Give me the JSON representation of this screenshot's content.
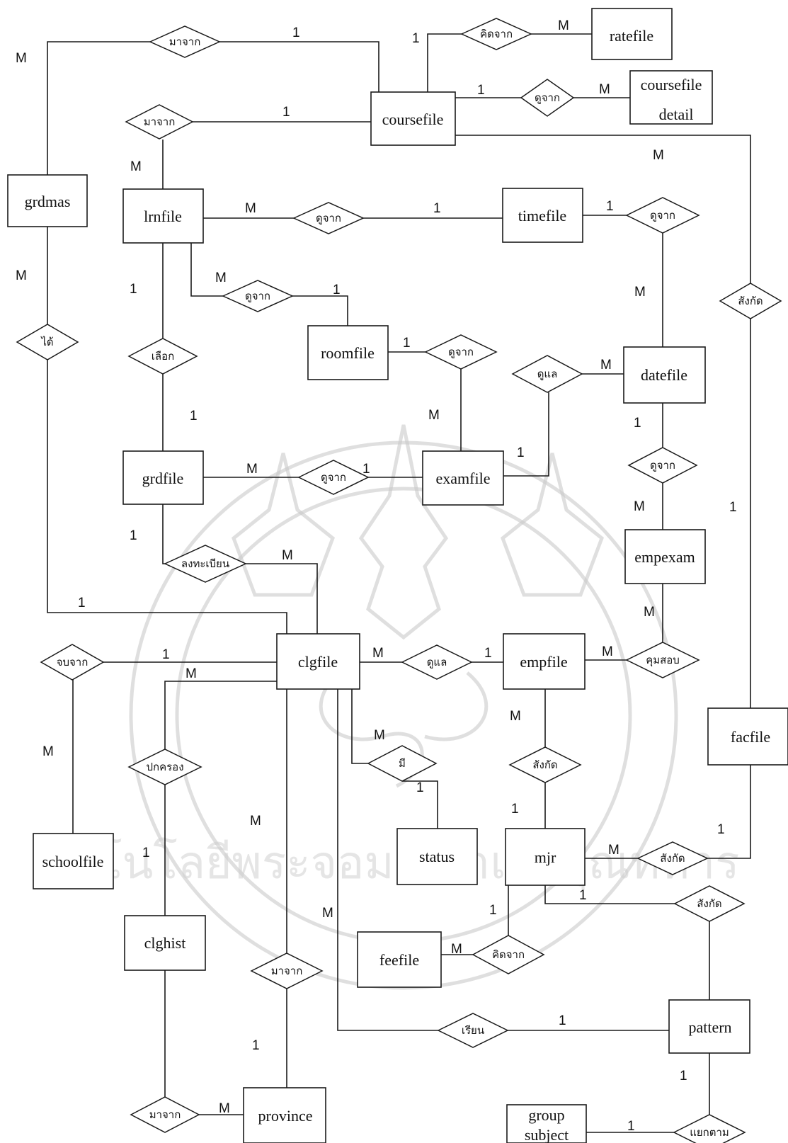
{
  "entities": [
    {
      "id": "ratefile",
      "lines": [
        "ratefile"
      ]
    },
    {
      "id": "coursefile",
      "lines": [
        "coursefile"
      ]
    },
    {
      "id": "coursefiledetail",
      "lines": [
        "coursefile",
        "detail"
      ]
    },
    {
      "id": "grdmas",
      "lines": [
        "grdmas"
      ]
    },
    {
      "id": "lrnfile",
      "lines": [
        "lrnfile"
      ]
    },
    {
      "id": "timefile",
      "lines": [
        "timefile"
      ]
    },
    {
      "id": "roomfile",
      "lines": [
        "roomfile"
      ]
    },
    {
      "id": "datefile",
      "lines": [
        "datefile"
      ]
    },
    {
      "id": "grdfile",
      "lines": [
        "grdfile"
      ]
    },
    {
      "id": "examfile",
      "lines": [
        "examfile"
      ]
    },
    {
      "id": "empexam",
      "lines": [
        "empexam"
      ]
    },
    {
      "id": "clgfile",
      "lines": [
        "clgfile"
      ]
    },
    {
      "id": "empfile",
      "lines": [
        "empfile"
      ]
    },
    {
      "id": "facfile",
      "lines": [
        "facfile"
      ]
    },
    {
      "id": "schoolfile",
      "lines": [
        "schoolfile"
      ]
    },
    {
      "id": "status",
      "lines": [
        "status"
      ]
    },
    {
      "id": "mjr",
      "lines": [
        "mjr"
      ]
    },
    {
      "id": "clghist",
      "lines": [
        "clghist"
      ]
    },
    {
      "id": "feefile",
      "lines": [
        "feefile"
      ]
    },
    {
      "id": "pattern",
      "lines": [
        "pattern"
      ]
    },
    {
      "id": "groupsubject",
      "lines": [
        "group",
        "subject"
      ]
    },
    {
      "id": "province",
      "lines": [
        "province"
      ]
    }
  ],
  "relationships": [
    {
      "id": "r-grdmas-course",
      "label": "มาจาก"
    },
    {
      "id": "r-course-rate",
      "label": "คิดจาก"
    },
    {
      "id": "r-course-detail",
      "label": "ดูจาก"
    },
    {
      "id": "r-lrn-course",
      "label": "มาจาก"
    },
    {
      "id": "r-lrn-time",
      "label": "ดูจาก"
    },
    {
      "id": "r-time-date",
      "label": "ดูจาก"
    },
    {
      "id": "r-lrn-room",
      "label": "ดูจาก"
    },
    {
      "id": "r-course-fac",
      "label": "สังกัด"
    },
    {
      "id": "r-grdmas-clg",
      "label": "ได้"
    },
    {
      "id": "r-lrn-grd",
      "label": "เลือก"
    },
    {
      "id": "r-room-exam",
      "label": "ดูจาก"
    },
    {
      "id": "r-exam-date",
      "label": "ดูแล"
    },
    {
      "id": "r-grd-exam",
      "label": "ดูจาก"
    },
    {
      "id": "r-date-empexam",
      "label": "ดูจาก"
    },
    {
      "id": "r-grd-clg",
      "label": "ลงทะเบียน"
    },
    {
      "id": "r-school-clg",
      "label": "จบจาก"
    },
    {
      "id": "r-clg-emp",
      "label": "ดูแล"
    },
    {
      "id": "r-emp-empexam",
      "label": "คุมสอบ"
    },
    {
      "id": "r-clg-hist",
      "label": "ปกครอง"
    },
    {
      "id": "r-clg-status",
      "label": "มี"
    },
    {
      "id": "r-emp-mjr",
      "label": "สังกัด"
    },
    {
      "id": "r-mjr-fac",
      "label": "สังกัด"
    },
    {
      "id": "r-mjr-pattern",
      "label": "สังกัด"
    },
    {
      "id": "r-mjr-fee",
      "label": "คิดจาก"
    },
    {
      "id": "r-clg-province",
      "label": "มาจาก"
    },
    {
      "id": "r-clg-pattern",
      "label": "เรียน"
    },
    {
      "id": "r-pattern-group",
      "label": "แยกตาม"
    },
    {
      "id": "r-hist-province",
      "label": "มาจาก"
    }
  ],
  "cardinalities": [
    {
      "id": "c1",
      "text": "M"
    },
    {
      "id": "c2",
      "text": "1"
    },
    {
      "id": "c3",
      "text": "1"
    },
    {
      "id": "c4",
      "text": "M"
    },
    {
      "id": "c5",
      "text": "1"
    },
    {
      "id": "c6",
      "text": "M"
    },
    {
      "id": "c7",
      "text": "1"
    },
    {
      "id": "c8",
      "text": "M"
    },
    {
      "id": "c9",
      "text": "M"
    },
    {
      "id": "c10",
      "text": "M"
    },
    {
      "id": "c11",
      "text": "1"
    },
    {
      "id": "c12",
      "text": "1"
    },
    {
      "id": "c13",
      "text": "M"
    },
    {
      "id": "c14",
      "text": "1"
    },
    {
      "id": "c15",
      "text": "M"
    },
    {
      "id": "c16",
      "text": "1"
    },
    {
      "id": "c17",
      "text": "M"
    },
    {
      "id": "c18",
      "text": "1"
    },
    {
      "id": "c19",
      "text": "M"
    },
    {
      "id": "c20",
      "text": "M"
    },
    {
      "id": "c21",
      "text": "1"
    },
    {
      "id": "c22",
      "text": "1"
    },
    {
      "id": "c23",
      "text": "1"
    },
    {
      "id": "c24",
      "text": "M"
    },
    {
      "id": "c25",
      "text": "1"
    },
    {
      "id": "c26",
      "text": "1"
    },
    {
      "id": "c27",
      "text": "1"
    },
    {
      "id": "c28",
      "text": "M"
    },
    {
      "id": "c29",
      "text": "M"
    },
    {
      "id": "c30",
      "text": "1"
    },
    {
      "id": "c31",
      "text": "1"
    },
    {
      "id": "c32",
      "text": "M"
    },
    {
      "id": "c33",
      "text": "1"
    },
    {
      "id": "c34",
      "text": "M"
    },
    {
      "id": "c35",
      "text": "M"
    },
    {
      "id": "c36",
      "text": "M"
    },
    {
      "id": "c37",
      "text": "M"
    },
    {
      "id": "c38",
      "text": "1"
    },
    {
      "id": "c39",
      "text": "M"
    },
    {
      "id": "c40",
      "text": "M"
    },
    {
      "id": "c41",
      "text": "1"
    },
    {
      "id": "c42",
      "text": "M"
    },
    {
      "id": "c43",
      "text": "1"
    },
    {
      "id": "c44",
      "text": "1"
    },
    {
      "id": "c45",
      "text": "1"
    },
    {
      "id": "c46",
      "text": "M"
    },
    {
      "id": "c47",
      "text": "1"
    },
    {
      "id": "c48",
      "text": "M"
    },
    {
      "id": "c49",
      "text": "M"
    },
    {
      "id": "c50",
      "text": "1"
    },
    {
      "id": "c51",
      "text": "1"
    },
    {
      "id": "c52",
      "text": "1"
    },
    {
      "id": "c53",
      "text": "M"
    },
    {
      "id": "c54",
      "text": "1"
    }
  ],
  "watermark": {
    "text": "คโนโลยีพระจอมเกล้าเจ้าคุณทหาร"
  }
}
